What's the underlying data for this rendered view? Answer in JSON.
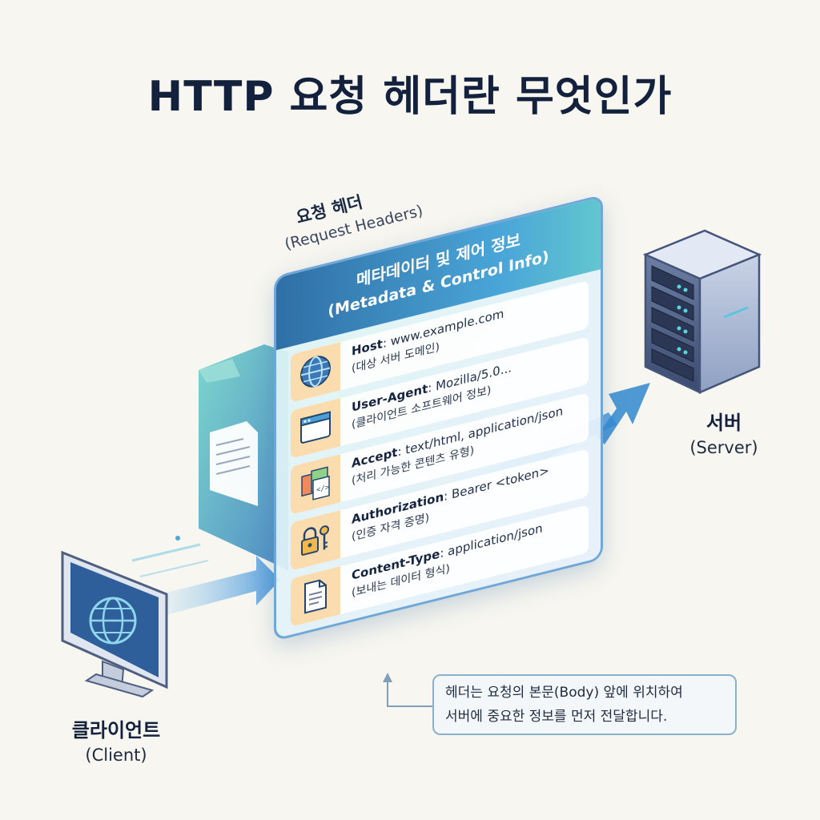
{
  "title": "HTTP 요청 헤더란 무엇인가",
  "panel": {
    "label_ko": "요청 헤더",
    "label_en": "(Request Headers)",
    "header_ko": "메타데이터 및 제어 정보",
    "header_en": "(Metadata & Control Info)"
  },
  "headers": [
    {
      "key": "Host",
      "value": ": www.example.com",
      "desc": "(대상 서버 도메인)",
      "icon": "globe-icon"
    },
    {
      "key": "User-Agent",
      "value": ": Mozilla/5.0...",
      "desc": "(클라이언트 소프트웨어 정보)",
      "icon": "browser-window-icon"
    },
    {
      "key": "Accept",
      "value": ": text/html, application/json",
      "desc": "(처리 가능한 콘텐츠 유형)",
      "icon": "content-types-icon"
    },
    {
      "key": "Authorization",
      "value": ": Bearer <token>",
      "desc": "(인증 자격 증명)",
      "icon": "lock-key-icon"
    },
    {
      "key": "Content-Type",
      "value": ": application/json",
      "desc": "(보내는 데이터 형식)",
      "icon": "document-icon"
    }
  ],
  "client": {
    "label_ko": "클라이언트",
    "label_en": "(Client)",
    "icon": "monitor-globe-icon"
  },
  "server": {
    "label_ko": "서버",
    "label_en": "(Server)",
    "icon": "server-rack-icon"
  },
  "callout": {
    "line1": "헤더는 요청의 본문(Body) 앞에 위치하여",
    "line2": "서버에 중요한 정보를 먼저 전달합니다."
  },
  "colors": {
    "accent": "#3b8fd0",
    "teal": "#5cc5c9",
    "icon_bg": "#fbdcae",
    "title": "#13213d"
  }
}
